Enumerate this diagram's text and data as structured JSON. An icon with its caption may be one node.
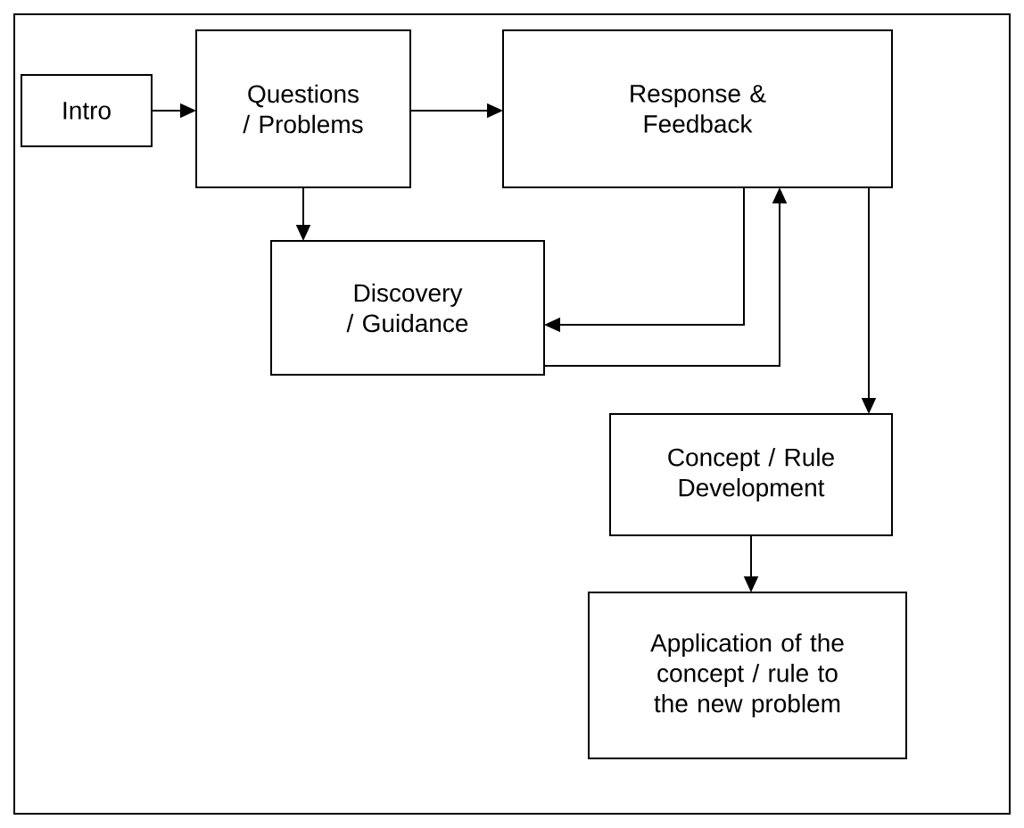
{
  "diagram": {
    "nodes": [
      {
        "text": [
          "Intro"
        ]
      },
      {
        "text": [
          "Questions / Problems"
        ]
      },
      {
        "text": [
          "Response & Feedback"
        ]
      },
      {
        "text": [
          "Discovery / Guidance"
        ]
      },
      {
        "text": [
          "Concept / Rule Development"
        ]
      },
      {
        "text": [
          "Application of the concept / rule to the new problem"
        ]
      }
    ],
    "edges": [
      {
        "from": 0,
        "to": 1,
        "arrow": "to"
      },
      {
        "from": 1,
        "to": 2,
        "arrow": "to"
      },
      {
        "from": 1,
        "to": 3,
        "arrow": "to"
      },
      {
        "from": 2,
        "to": 3,
        "arrow": "to"
      },
      {
        "from": 3,
        "to": 2,
        "arrow": "to"
      },
      {
        "from": 2,
        "to": 4,
        "arrow": "to"
      },
      {
        "from": 4,
        "to": 5,
        "arrow": "to"
      }
    ]
  }
}
